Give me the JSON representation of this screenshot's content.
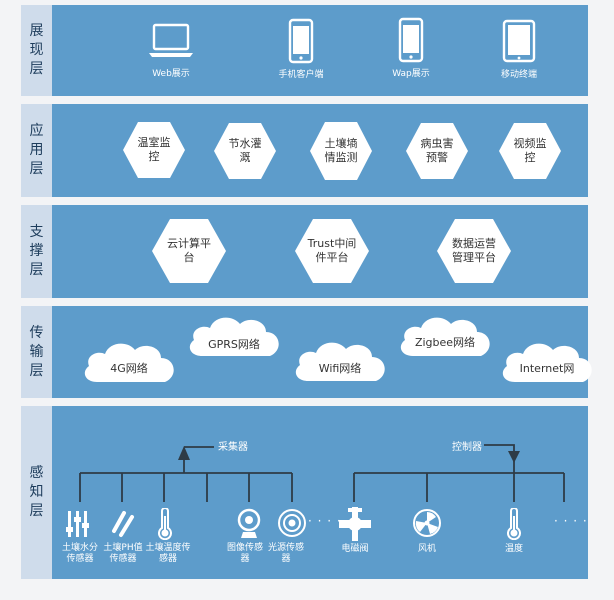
{
  "layers": {
    "presentation": {
      "label": "展现层",
      "items": [
        "Web展示",
        "手机客户端",
        "Wap展示",
        "移动终端"
      ]
    },
    "application": {
      "label": "应用层",
      "items": [
        "温室监控",
        "节水灌溉",
        "土壤墒情监测",
        "病虫害预警",
        "视频监控"
      ]
    },
    "support": {
      "label": "支撑层",
      "items": [
        "云计算平台",
        "Trust中间件平台",
        "数据运营管理平台"
      ]
    },
    "transport": {
      "label": "传输层",
      "items": [
        "4G网络",
        "GPRS网络",
        "Wifi网络",
        "Zigbee网络",
        "Internet网"
      ]
    },
    "perception": {
      "label": "感知层",
      "collector_label": "采集器",
      "controller_label": "控制器",
      "sensors": [
        "土壤水分传感器",
        "土壤PH值传感器",
        "土壤温度传感器",
        "图像传感器",
        "光源传感器"
      ],
      "controls": [
        "电磁阀",
        "风机",
        "温度"
      ],
      "ellipsis": "· · · ·"
    }
  },
  "colors": {
    "layer_bg": "#5d9ccb",
    "label_bg": "#cfdceb",
    "page_bg": "#f3f4f6",
    "shape_fill": "#ffffff",
    "line": "#2e3b46"
  }
}
